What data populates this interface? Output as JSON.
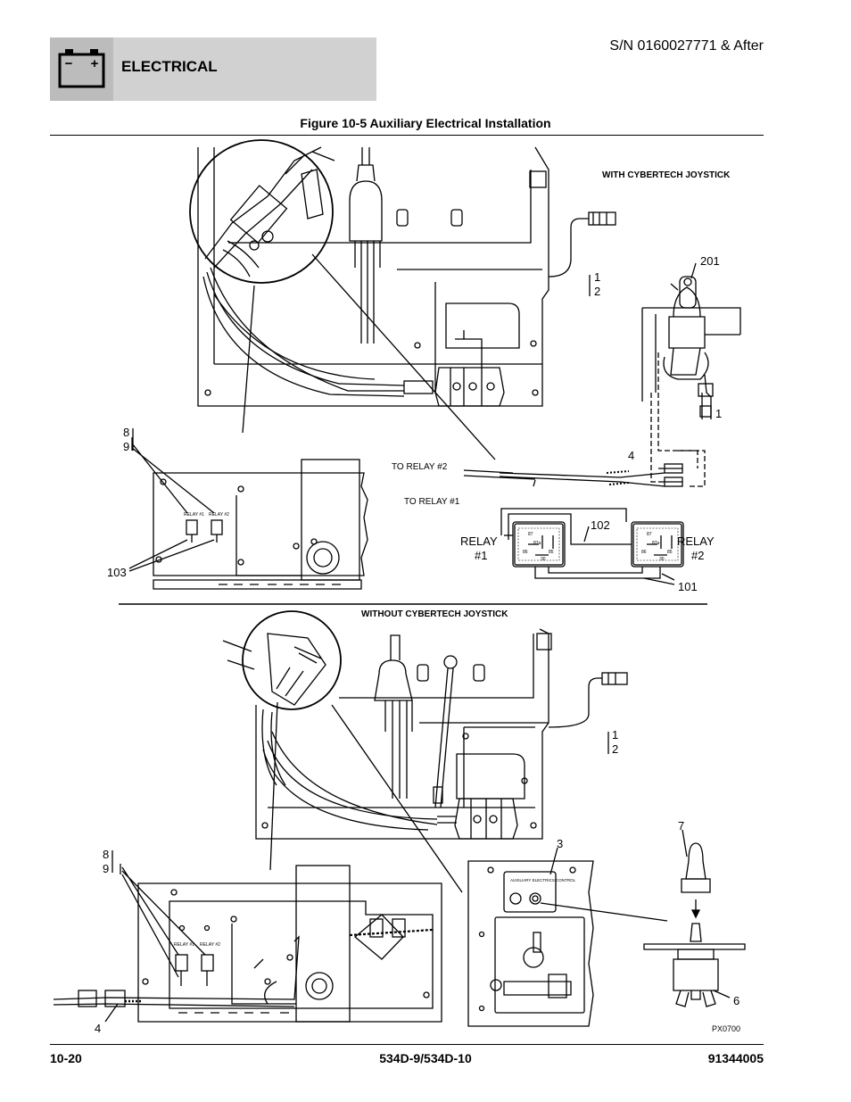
{
  "header": {
    "section_title": "ELECTRICAL",
    "serial": "S/N 0160027771 & After",
    "battery_icon": "battery-icon",
    "battery_minus": "−",
    "battery_plus": "+"
  },
  "figure_title": "Figure 10-5 Auxiliary Electrical Installation",
  "diagram": {
    "with_label": "WITH CYBERTECH JOYSTICK",
    "without_label": "WITHOUT CYBERTECH JOYSTICK",
    "to_relay_2": "TO RELAY #2",
    "to_relay_1": "TO RELAY #1",
    "relay1_a": "RELAY",
    "relay1_b": "#1",
    "relay2_a": "RELAY",
    "relay2_b": "#2",
    "callouts": {
      "c201": "201",
      "c1a": "1",
      "c2a": "2",
      "c1b": "1",
      "c4a": "4",
      "c102": "102",
      "c101": "101",
      "c8a": "8",
      "c9a": "9",
      "c103": "103",
      "c1c": "1",
      "c2c": "2",
      "c3": "3",
      "c7": "7",
      "c8b": "8",
      "c9b": "9",
      "c6": "6",
      "c4b": "4"
    },
    "relay_small_1": "RELAY #1",
    "relay_small_2": "RELAY #2",
    "pin87": "87",
    "pin87a": "87a",
    "pin86": "86",
    "pin85": "85",
    "pin30": "30",
    "aux_panel_title": "AUXILIARY ELECTRICS CONTROL",
    "px_code": "PX0700"
  },
  "footer": {
    "page": "10-20",
    "model": "534D-9/534D-10",
    "part": "91344005"
  }
}
